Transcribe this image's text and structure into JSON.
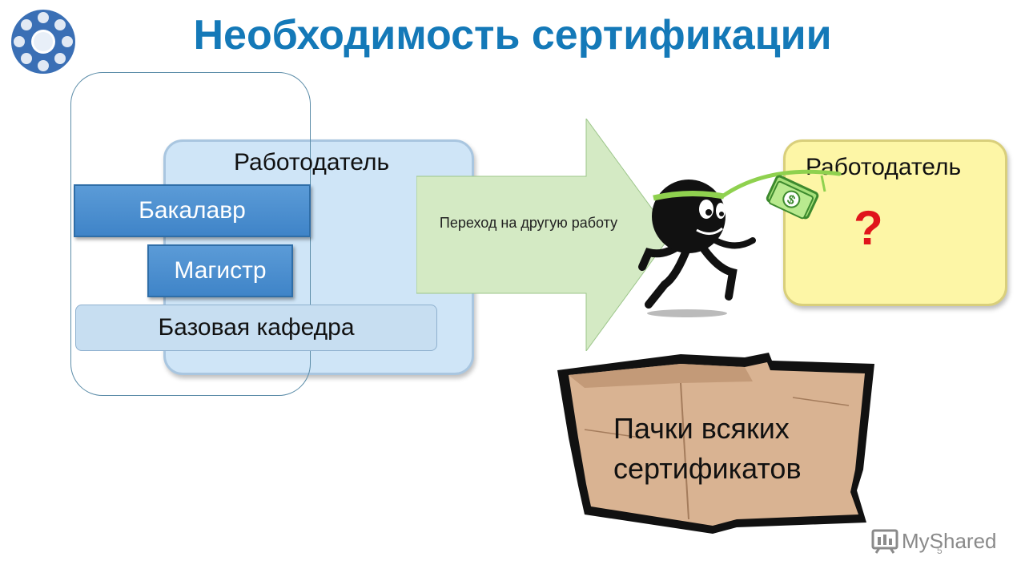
{
  "title": "Необходимость сертификации",
  "left": {
    "employer": "Работодатель",
    "bachelor": "Бакалавр",
    "master": "Магистр",
    "department": "Базовая кафедра"
  },
  "arrow": {
    "label": "Переход на другую работу",
    "color": "#d4eac4"
  },
  "right": {
    "employer": "Работодатель",
    "question": "?"
  },
  "box": {
    "label": "Пачки всяких сертификатов"
  },
  "watermark": {
    "text": "MyShared",
    "page_number": "5"
  },
  "icons": [
    "logo-wheel-icon",
    "runner-icon",
    "money-icon",
    "cardboard-box-icon",
    "myshared-logo-icon"
  ]
}
